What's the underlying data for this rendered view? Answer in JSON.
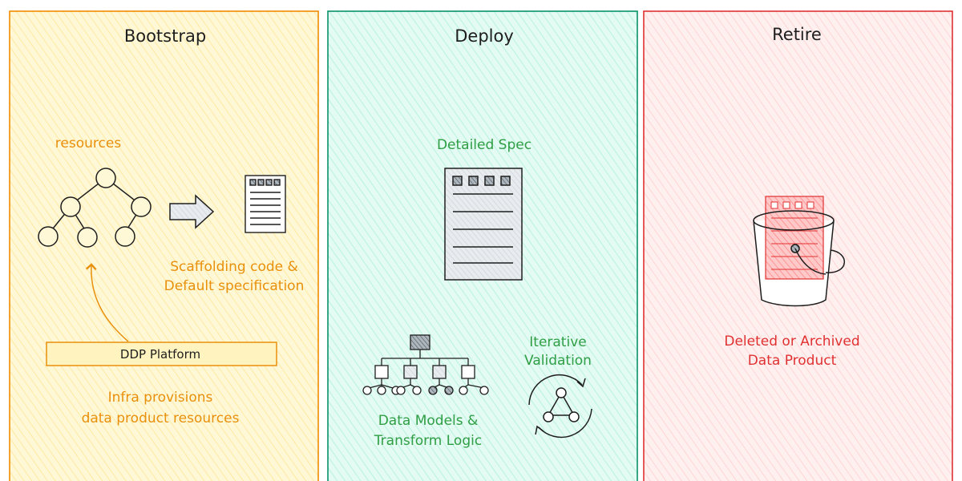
{
  "colors": {
    "bootstrap_fill": "#fff3bf",
    "bootstrap_stroke": "#f08c00",
    "bootstrap_text": "#e8900c",
    "deploy_fill": "#c3fae8",
    "deploy_stroke": "#099268",
    "deploy_text": "#2f9e44",
    "retire_fill": "#ffe3e3",
    "retire_stroke": "#e03131",
    "retire_text": "#e03131",
    "ink": "#1e1e1e"
  },
  "panels": {
    "bootstrap": {
      "title": "Bootstrap",
      "resources_label": "resources",
      "scaffold_line1": "Scaffolding code &",
      "scaffold_line2": "Default specification",
      "platform_label": "DDP Platform",
      "infra_line1": "Infra provisions",
      "infra_line2": "data product resources"
    },
    "deploy": {
      "title": "Deploy",
      "spec_label": "Detailed Spec",
      "iter_line1": "Iterative",
      "iter_line2": "Validation",
      "models_line1": "Data Models &",
      "models_line2": "Transform Logic"
    },
    "retire": {
      "title": "Retire",
      "deleted_line1": "Deleted or Archived",
      "deleted_line2": "Data Product"
    }
  }
}
